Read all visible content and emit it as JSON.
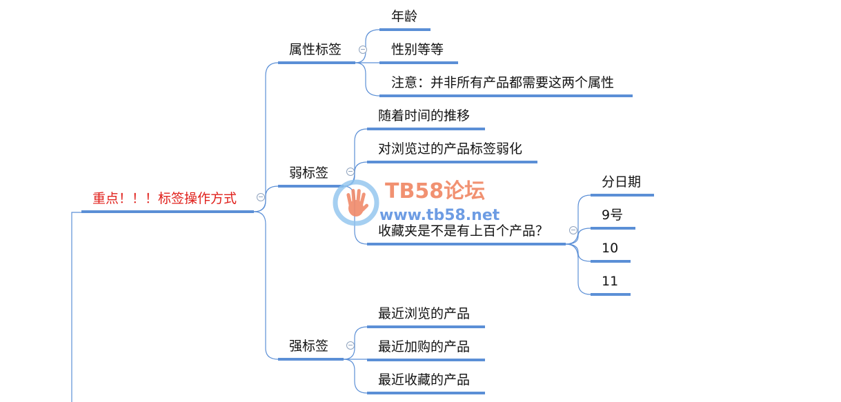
{
  "root": {
    "label": "重点！！！标签操作方式",
    "color": "#e0201b"
  },
  "branches": [
    {
      "label": "属性标签",
      "children": [
        {
          "label": "年龄"
        },
        {
          "label": "性别等等"
        },
        {
          "label": "注意：并非所有产品都需要这两个属性"
        }
      ]
    },
    {
      "label": "弱标签",
      "children": [
        {
          "label": "随着时间的推移"
        },
        {
          "label": "对浏览过的产品标签弱化"
        },
        {
          "label": "收藏夹是不是有上百个产品？",
          "children": [
            {
              "label": "分日期"
            },
            {
              "label": "9号"
            },
            {
              "label": "10"
            },
            {
              "label": "11"
            }
          ]
        }
      ]
    },
    {
      "label": "强标签",
      "children": [
        {
          "label": "最近浏览的产品"
        },
        {
          "label": "最近加购的产品"
        },
        {
          "label": "最近收藏的产品"
        }
      ]
    }
  ],
  "watermark": {
    "title": "TB58论坛",
    "url": "www.tb58.net",
    "logo_icon": "hand-logo-icon",
    "title_color": "#f0825e",
    "url_color": "#5a8fe0"
  },
  "colors": {
    "connector": "#5b8fd6",
    "underline": "#5b8fd6"
  }
}
